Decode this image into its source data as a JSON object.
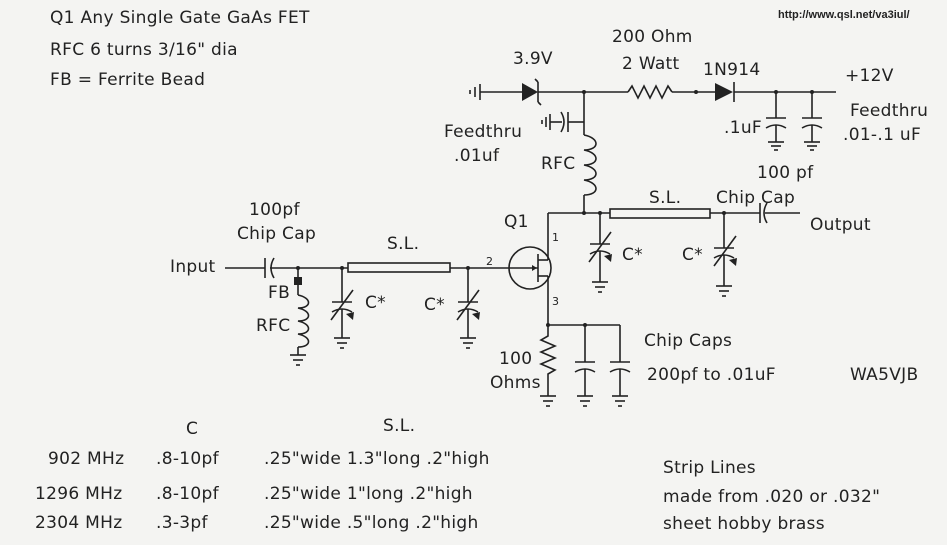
{
  "header": {
    "line1": "Q1 Any Single Gate GaAs FET",
    "line2": "RFC 6 turns 3/16\" dia",
    "line3": "FB = Ferrite Bead",
    "url": "http://www.qsl.net/va3iul/"
  },
  "labels": {
    "zener": "3.9V",
    "res_value": "200 Ohm",
    "res_power": "2 Watt",
    "diode": "1N914",
    "supply": "+12V",
    "feedthru_right": "Feedthru",
    "feedthru_right_val": ".01-.1 uF",
    "cap_1uf": ".1uF",
    "feedthru_left": "Feedthru",
    "feedthru_left_val": ".01uf",
    "rfc_drain": "RFC",
    "cap_100pf_out": "100 pf",
    "chip_cap_out": "Chip Cap",
    "sl_out": "S.L.",
    "output": "Output",
    "cap_100pf_in": "100pf",
    "chip_cap_in": "Chip Cap",
    "input": "Input",
    "fb": "FB",
    "rfc_gate": "RFC",
    "sl_in": "S.L.",
    "q1": "Q1",
    "pin1": "1",
    "pin2": "2",
    "pin3": "3",
    "c_star_1": "C*",
    "c_star_2": "C*",
    "c_star_3": "C*",
    "c_star_4": "C*",
    "res_100": "100",
    "ohms": "Ohms",
    "chip_caps": "Chip Caps",
    "chip_caps_range": "200pf to .01uF",
    "author": "WA5VJB"
  },
  "table": {
    "header_c": "C",
    "header_sl": "S.L.",
    "rows": [
      {
        "freq": "902 MHz",
        "c": ".8-10pf",
        "sl": ".25\"wide 1.3\"long .2\"high"
      },
      {
        "freq": "1296 MHz",
        "c": ".8-10pf",
        "sl": ".25\"wide 1\"long .2\"high"
      },
      {
        "freq": "2304 MHz",
        "c": ".3-3pf",
        "sl": ".25\"wide .5\"long .2\"high"
      }
    ]
  },
  "notes": {
    "line1": "Strip Lines",
    "line2": "made from .020 or .032\"",
    "line3": "sheet hobby brass"
  }
}
